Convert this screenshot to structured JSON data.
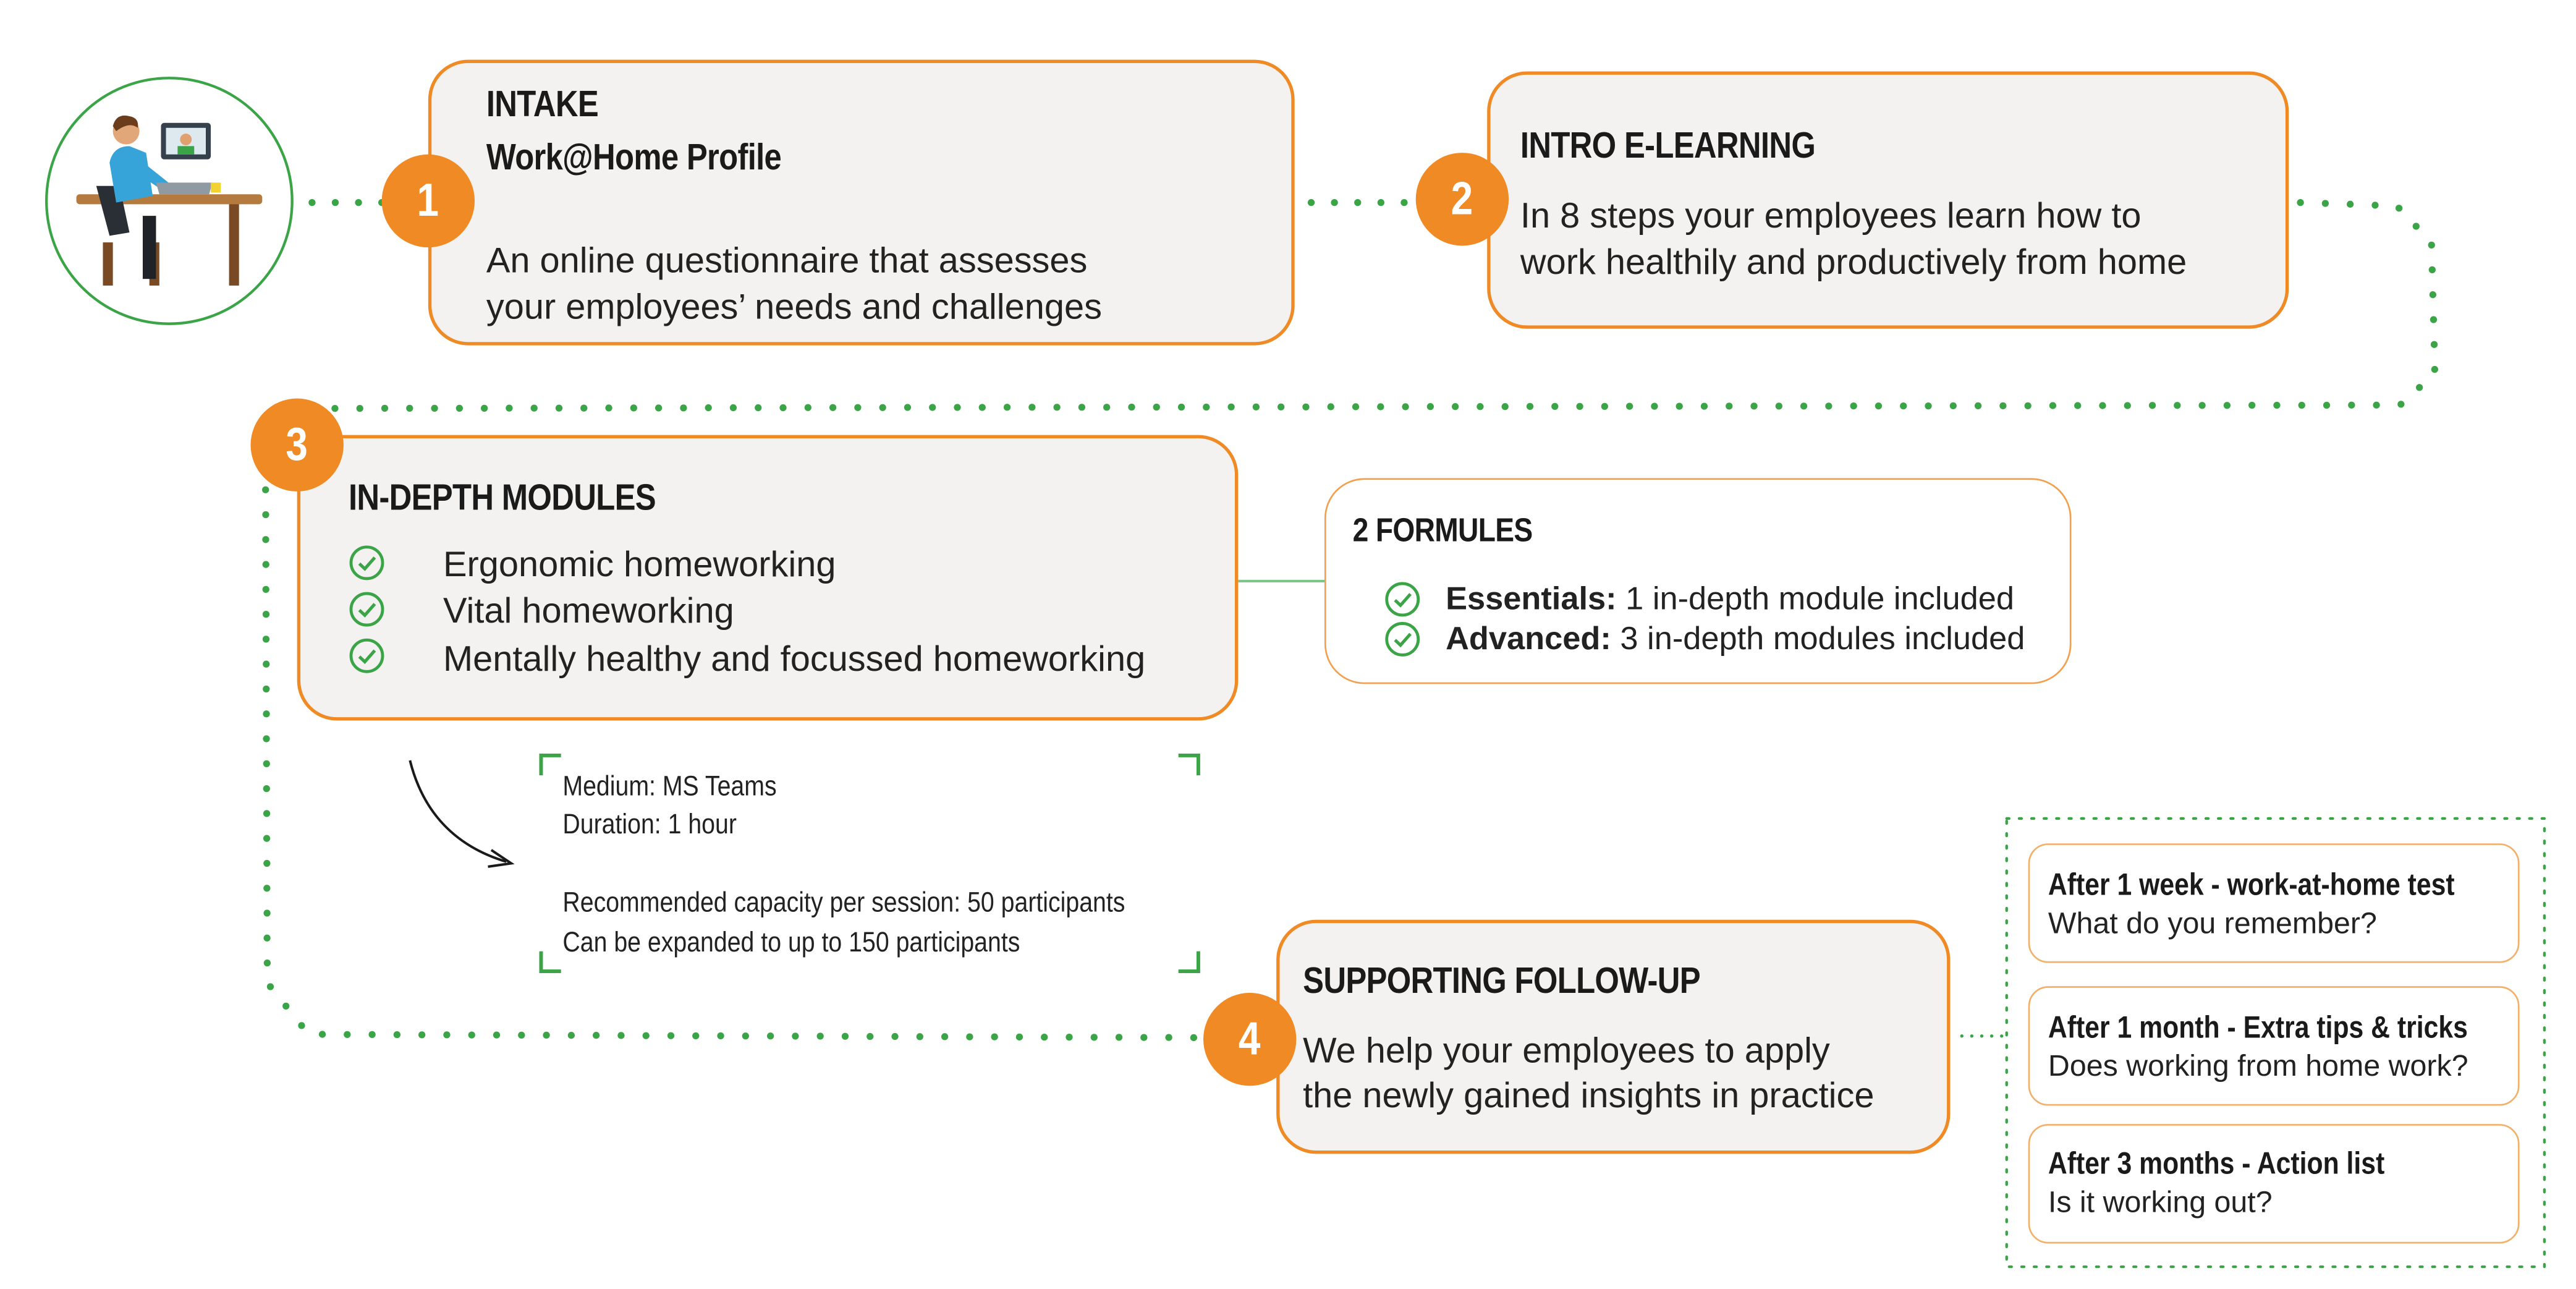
{
  "steps": [
    {
      "number": "1",
      "title_line1": "INTAKE",
      "title_line2": "Work@Home Profile",
      "text": [
        "An online questionnaire that assesses",
        "your employees’ needs and challenges"
      ]
    },
    {
      "number": "2",
      "title": "INTRO E-LEARNING",
      "text": [
        "In 8 steps your employees learn how to",
        "work healthily and productively from home"
      ]
    },
    {
      "number": "3",
      "title": "IN-DEPTH MODULES",
      "items": [
        "Ergonomic homeworking",
        "Vital homeworking",
        "Mentally healthy and focussed homeworking"
      ]
    },
    {
      "number": "4",
      "title": "SUPPORTING FOLLOW-UP",
      "text": [
        "We help your employees to apply",
        "the newly gained insights in practice"
      ]
    }
  ],
  "formules": {
    "title": "2 FORMULES",
    "items": [
      {
        "label": "Essentials:",
        "text": "1 in-depth module included"
      },
      {
        "label": "Advanced:",
        "text": "3 in-depth modules included"
      }
    ]
  },
  "session_note": {
    "lines": [
      "Medium: MS Teams",
      "Duration: 1 hour",
      "Recommended capacity per session: 50 participants",
      "Can be expanded to up to 150 participants"
    ]
  },
  "followups": [
    {
      "title": "After 1 week - work-at-home test",
      "text": "What do you remember?"
    },
    {
      "title": "After 1 month - Extra tips & tricks",
      "text": "Does working from home work?"
    },
    {
      "title": "After 3 months - Action list",
      "text": "Is it working out?"
    }
  ],
  "colors": {
    "orange": "#ef8a25",
    "green": "#3aa447",
    "box_fill": "#f3f2f0"
  }
}
